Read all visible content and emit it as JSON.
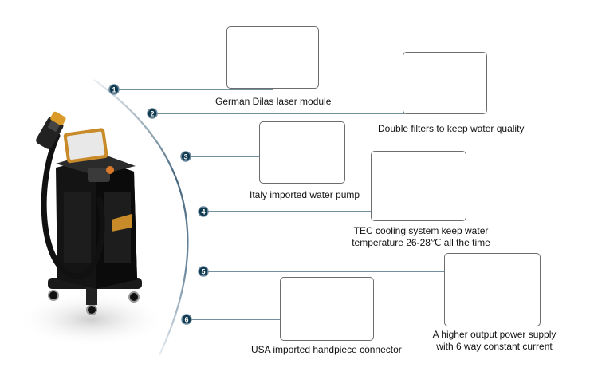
{
  "features": [
    {
      "number": "1",
      "caption": "German Dilas laser module"
    },
    {
      "number": "2",
      "caption": "Double filters to keep water quality"
    },
    {
      "number": "3",
      "caption": "Italy imported water pump"
    },
    {
      "number": "4",
      "caption_line1": "TEC cooling system keep water",
      "caption_line2": "temperature 26-28℃  all the time"
    },
    {
      "number": "5",
      "caption_line1": "A higher output power supply",
      "caption_line2": "with 6 way constant current"
    },
    {
      "number": "6",
      "caption": "USA imported handpiece connector"
    }
  ],
  "colors": {
    "line": "#1f4e63",
    "dot": "#0f3a4f",
    "arc": "#9fb3c2"
  }
}
